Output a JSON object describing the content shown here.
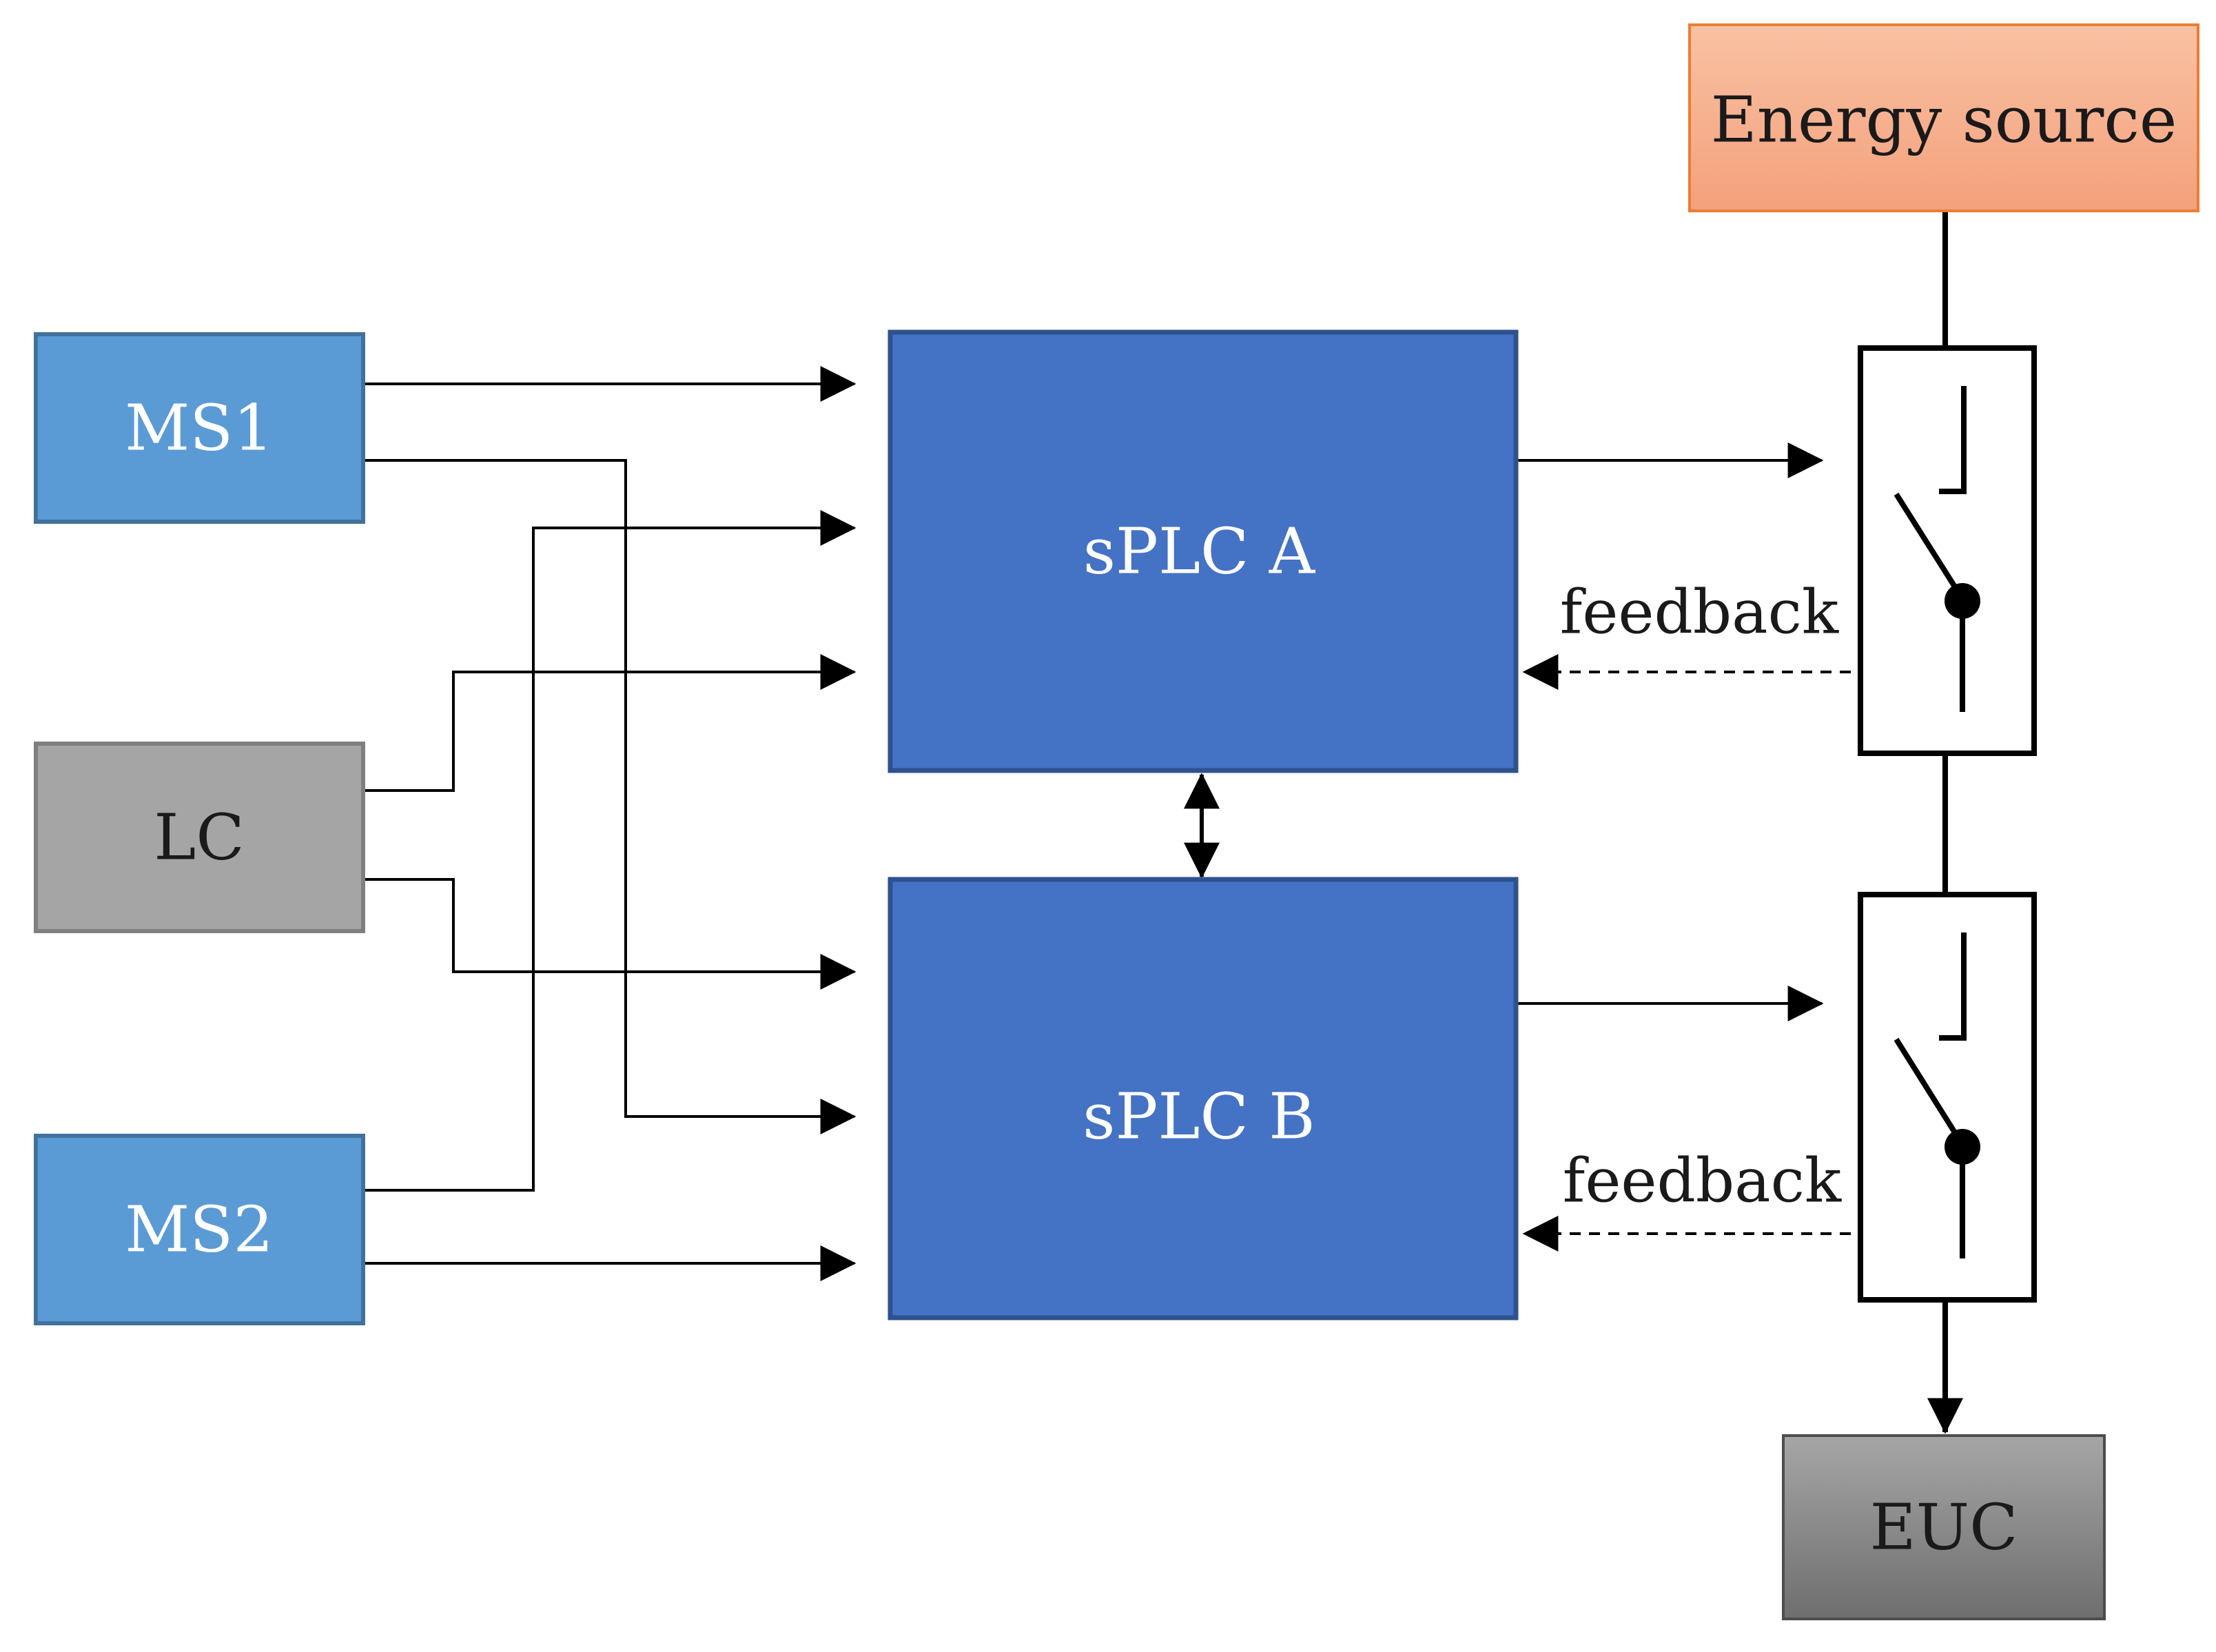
{
  "nodes": {
    "ms1": {
      "label": "MS1",
      "fill": "#5b9bd5",
      "stroke": "#41719c",
      "text_color": "#ffffff"
    },
    "lc": {
      "label": "LC",
      "fill": "#a5a5a5",
      "stroke": "#7f7f7f",
      "text_color": "#1a1a1a"
    },
    "ms2": {
      "label": "MS2",
      "fill": "#5b9bd5",
      "stroke": "#41719c",
      "text_color": "#ffffff"
    },
    "splc_a": {
      "label": "sPLC A",
      "fill": "#4472c4",
      "stroke": "#2f528f",
      "text_color": "#ffffff"
    },
    "splc_b": {
      "label": "sPLC B",
      "fill": "#4472c4",
      "stroke": "#2f528f",
      "text_color": "#ffffff"
    },
    "energy_source": {
      "label": "Energy source",
      "fill_top": "#f8c2a3",
      "fill_bottom": "#f4a07c",
      "stroke": "#ed7d31",
      "text_color": "#1a1a1a"
    },
    "euc": {
      "label": "EUC",
      "fill_top": "#a6a6a6",
      "fill_bottom": "#6e6e6e",
      "stroke": "#4d4d4d",
      "text_color": "#1a1a1a"
    }
  },
  "labels": {
    "feedback_a": "feedback",
    "feedback_b": "feedback"
  },
  "edges": [
    {
      "from": "MS1",
      "to": "sPLC A",
      "style": "solid"
    },
    {
      "from": "MS1",
      "to": "sPLC B",
      "style": "solid"
    },
    {
      "from": "LC",
      "to": "sPLC A",
      "style": "solid"
    },
    {
      "from": "LC",
      "to": "sPLC B",
      "style": "solid"
    },
    {
      "from": "MS2",
      "to": "sPLC A",
      "style": "solid"
    },
    {
      "from": "MS2",
      "to": "sPLC B",
      "style": "solid"
    },
    {
      "from": "sPLC A",
      "to": "sPLC B",
      "style": "bidirectional"
    },
    {
      "from": "sPLC A",
      "to": "switch A",
      "style": "solid"
    },
    {
      "from": "sPLC B",
      "to": "switch B",
      "style": "solid"
    },
    {
      "from": "switch A",
      "to": "sPLC A",
      "style": "dashed",
      "label": "feedback"
    },
    {
      "from": "switch B",
      "to": "sPLC B",
      "style": "dashed",
      "label": "feedback"
    },
    {
      "from": "Energy source",
      "to": "switch A",
      "style": "power"
    },
    {
      "from": "switch A",
      "to": "switch B",
      "style": "power"
    },
    {
      "from": "switch B",
      "to": "EUC",
      "style": "power"
    }
  ]
}
